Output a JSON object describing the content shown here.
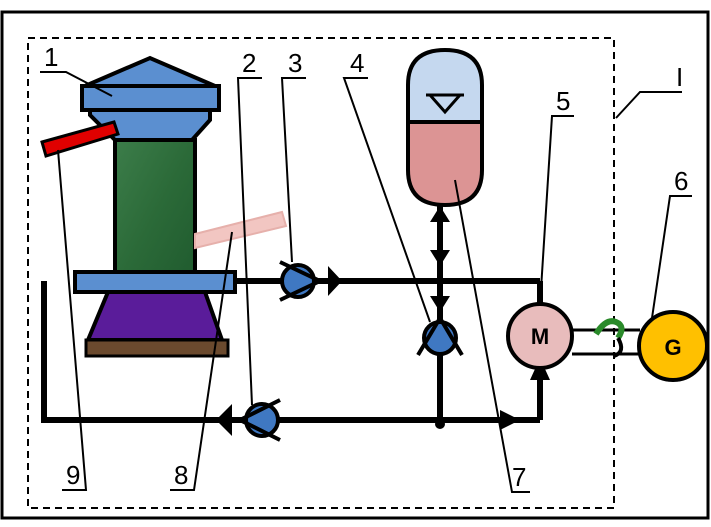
{
  "callouts": {
    "c1": "1",
    "c2": "2",
    "c3": "3",
    "c4": "4",
    "c5": "5",
    "c6": "6",
    "c7": "7",
    "c8": "8",
    "c9": "9",
    "boundary": "I"
  },
  "motor_label": "M",
  "generator_label": "G",
  "colors": {
    "outline": "#000000",
    "cap_blue": "#5b8fd0",
    "column_green": "#2e6b3a",
    "base_purple": "#5a1c9a",
    "base_brown": "#6b4a2e",
    "red_pipe": "#e00000",
    "pink_pipe": "#f2c6c2",
    "accumulator_top": "#c5d8ef",
    "accumulator_bottom": "#dc9494",
    "motor_fill": "#e8bcbc",
    "generator_fill": "#ffc000",
    "coupling_green": "#2a8a2a",
    "pump_blue": "#3f78c2"
  }
}
